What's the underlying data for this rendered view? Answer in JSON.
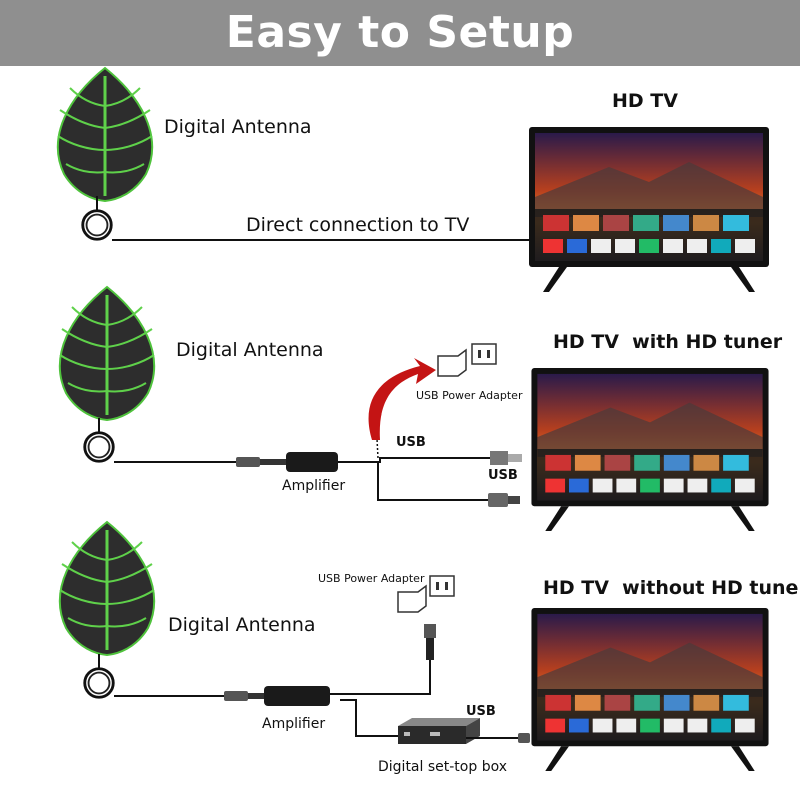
{
  "header": {
    "title": "Easy to Setup"
  },
  "row1": {
    "antenna_label": "Digital Antenna",
    "tv_label": "HD TV",
    "connection_label": "Direct connection to TV"
  },
  "row2": {
    "antenna_label": "Digital Antenna",
    "tv_label": "HD TV  with HD tuner",
    "adapter_label": "USB Power Adapter",
    "usb_label_top": "USB",
    "usb_label_plug": "USB",
    "amplifier_label": "Amplifier"
  },
  "row3": {
    "antenna_label": "Digital Antenna",
    "tv_label": "HD TV  without HD tuner",
    "adapter_label": "USB Power Adapter",
    "usb_label": "USB",
    "amplifier_label": "Amplifier",
    "settop_label": "Digital set-top box"
  },
  "colors": {
    "header_bg": "#8f8f8f",
    "leaf_fill": "#2d2d2d",
    "leaf_vein": "#5fd14a",
    "arrow_red": "#c41414"
  }
}
